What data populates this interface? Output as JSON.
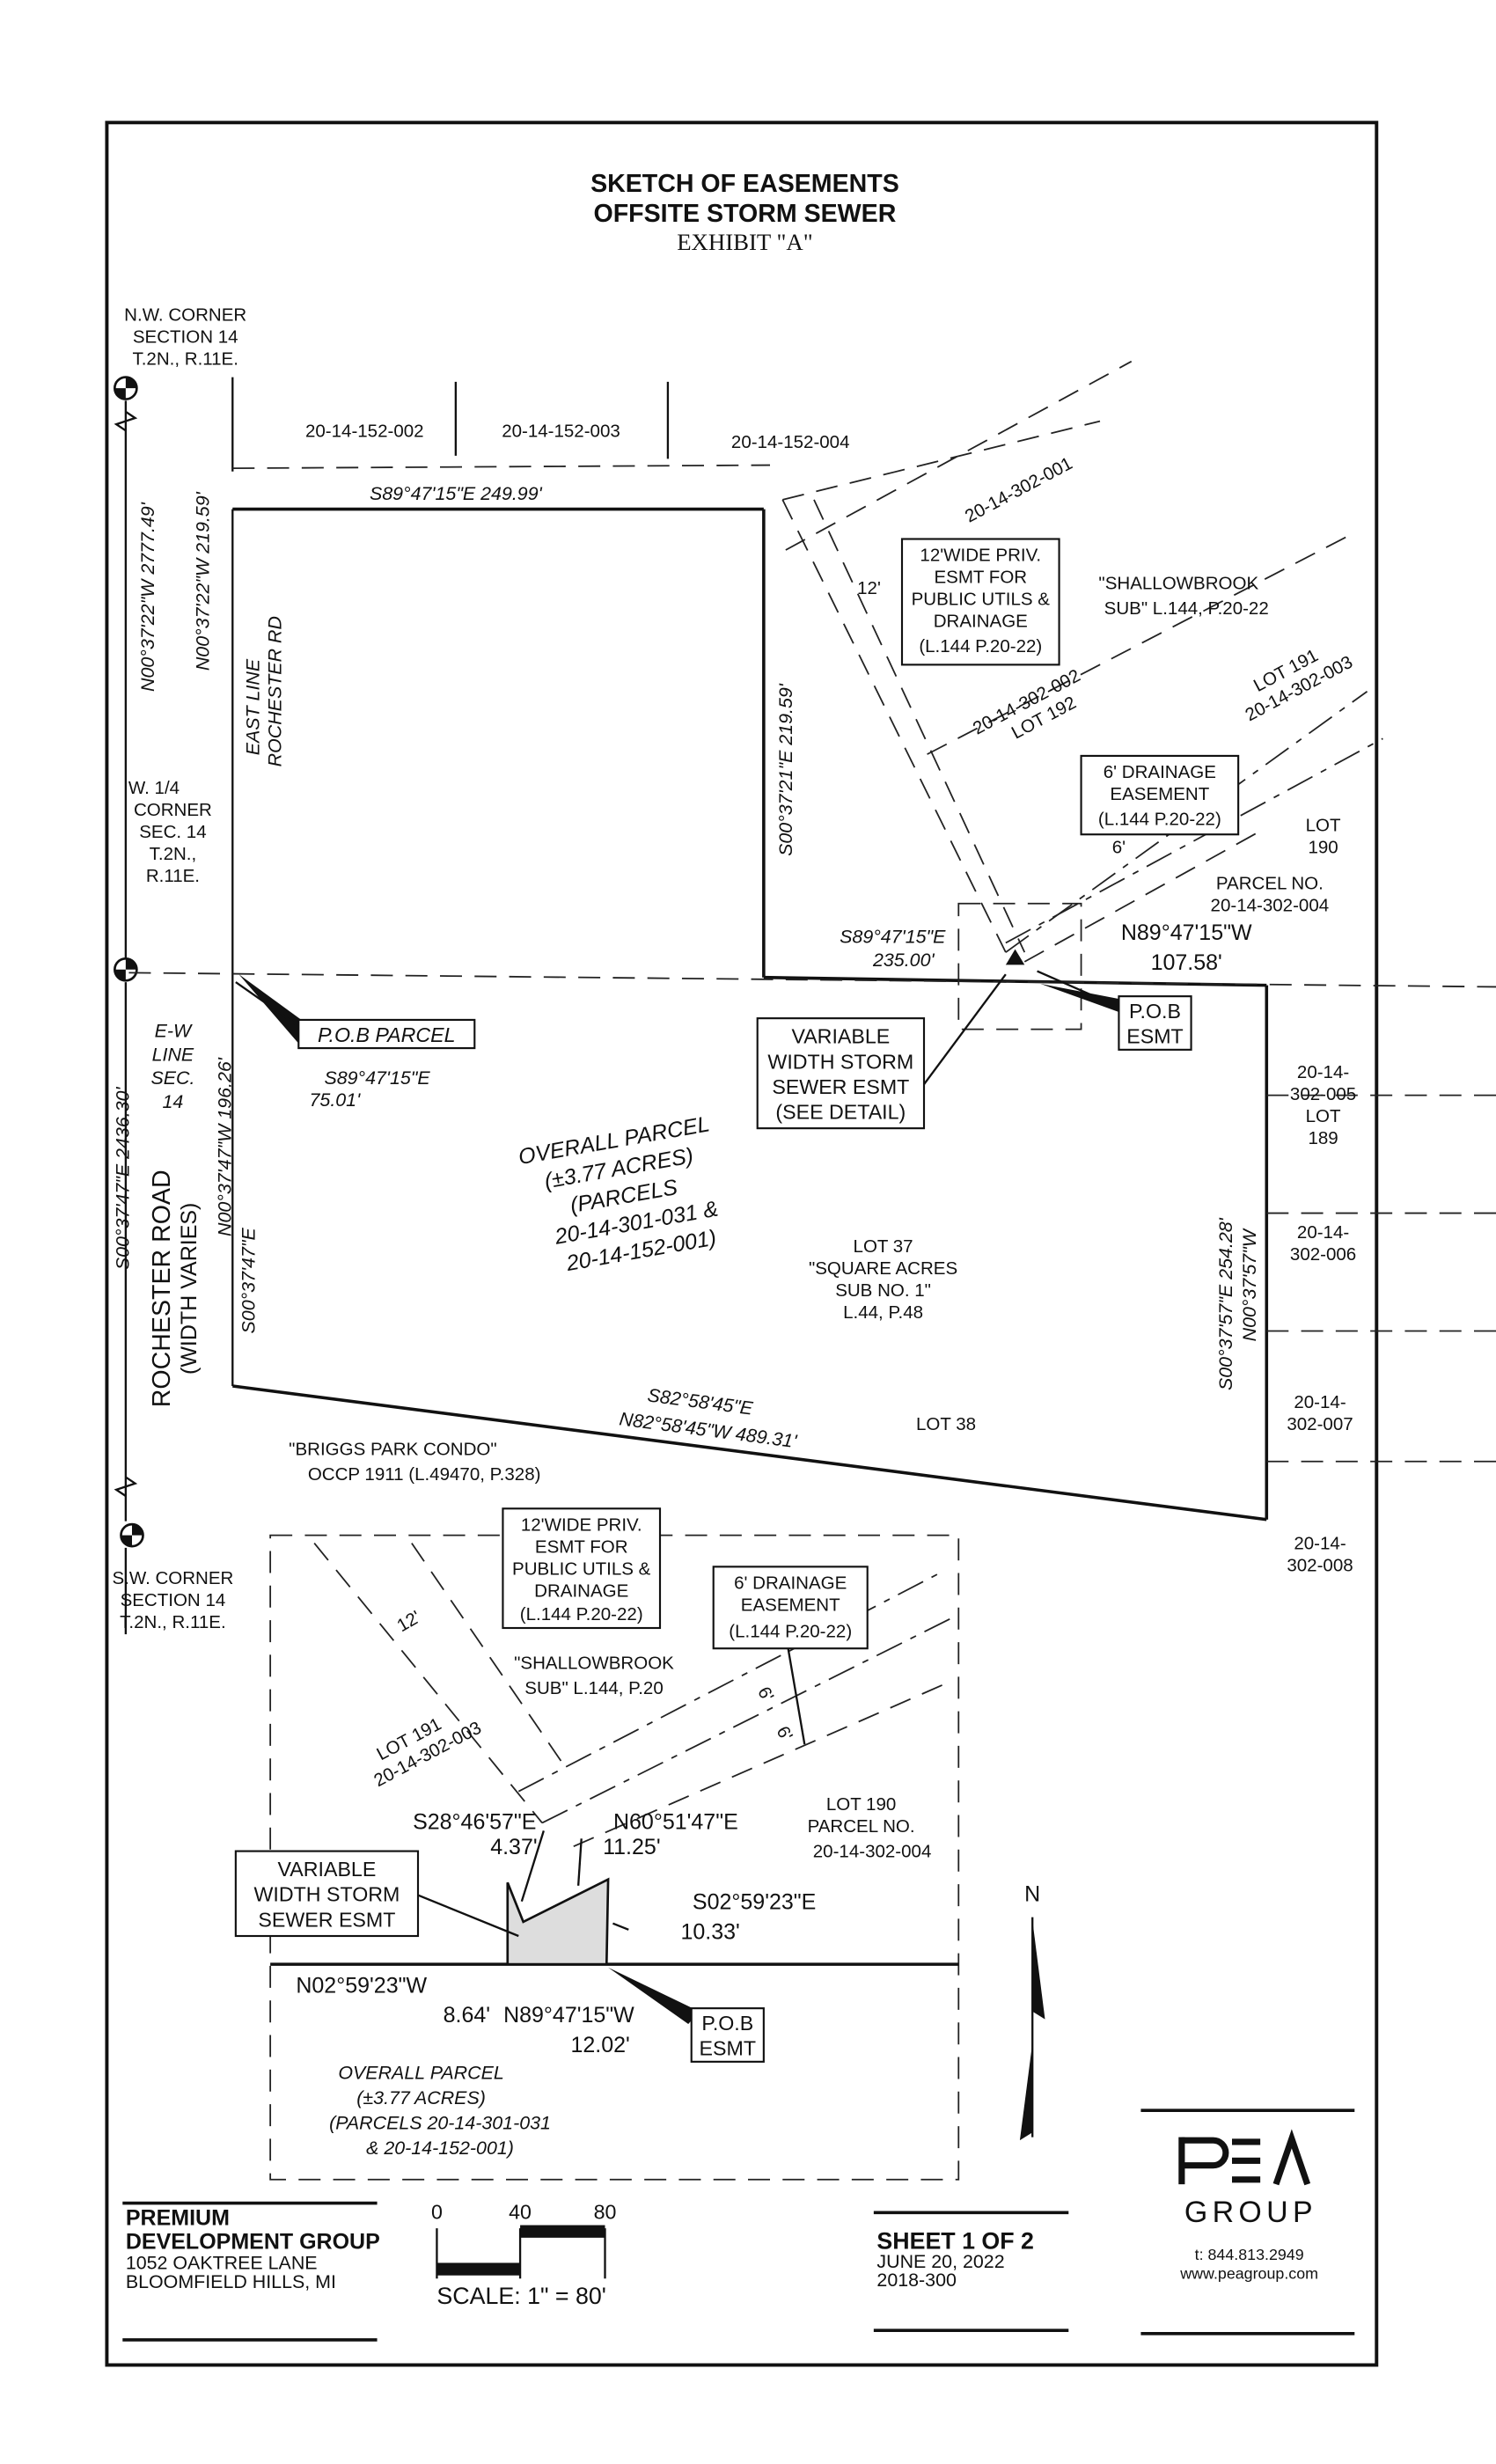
{
  "title": {
    "line1": "SKETCH OF EASEMENTS",
    "line2": "OFFSITE STORM SEWER",
    "line3": "EXHIBIT \"A\""
  },
  "nw_corner": [
    "N.W. CORNER",
    "SECTION 14",
    "T.2N., R.11E."
  ],
  "w_quarter_corner": [
    "W. 1/4",
    "CORNER",
    "SEC. 14",
    "T.2N.,",
    "R.11E."
  ],
  "sw_corner": [
    "S.W. CORNER",
    "SECTION 14",
    "T.2N., R.11E."
  ],
  "ew_line": [
    "E-W",
    "LINE",
    "SEC.",
    "14"
  ],
  "top_parcels": [
    "20-14-152-002",
    "20-14-152-003",
    "20-14-152-004",
    "20-14-302-001"
  ],
  "bearings": {
    "north_line": "S89°47'15\"E   249.99'",
    "section_north": "N00°37'22\"W   2777.49'",
    "west_north": "N00°37'22\"W   219.59'",
    "east_line_road": [
      "EAST LINE",
      "ROCHESTER RD"
    ],
    "inner_east": "S00°37'21\"E   219.59'",
    "mid_line": "S89°47'15\"E",
    "mid_dist": "235.00'",
    "esmt_line": "N89°47'15\"W",
    "esmt_dist": "107.58'",
    "pob_line": "S89°47'15\"E",
    "pob_dist": "75.01'",
    "section_south": "S00°37'47\"E   2436.30'",
    "west_south": "N00°37'47\"W   196.26'",
    "west_south2": "S00°37'47\"E",
    "east_side": "S00°37'57\"E   254.28'",
    "east_side2": "N00°37'57\"W",
    "south_line": "S82°58'45\"E",
    "south_line2": "N82°58'45\"W   489.31'"
  },
  "road": {
    "name": "ROCHESTER ROAD",
    "width": "(WIDTH VARIES)"
  },
  "easement_12": [
    "12'WIDE PRIV.",
    "ESMT FOR",
    "PUBLIC UTILS &",
    "DRAINAGE",
    "(L.144 P.20-22)"
  ],
  "dim_12": "12'",
  "shallowbrook": [
    "\"SHALLOWBROOK",
    "SUB\" L.144, P.20-22"
  ],
  "lot192": [
    "20-14-302-002",
    "LOT 192"
  ],
  "lot191": [
    "LOT 191",
    "20-14-302-003"
  ],
  "drainage_6": [
    "6' DRAINAGE",
    "EASEMENT",
    "(L.144 P.20-22)"
  ],
  "dim_6": "6'",
  "lot190": [
    "LOT",
    "190"
  ],
  "parcel_no": [
    "PARCEL NO.",
    "20-14-302-004"
  ],
  "pob_esmt": [
    "P.O.B",
    "ESMT"
  ],
  "pob_parcel": "P.O.B PARCEL",
  "variable_esmt": [
    "VARIABLE",
    "WIDTH STORM",
    "SEWER ESMT",
    "(SEE DETAIL)"
  ],
  "overall_parcel": [
    "OVERALL PARCEL",
    "(±3.77 ACRES)",
    "(PARCELS",
    "20-14-301-031 &",
    "20-14-152-001)"
  ],
  "lot37": [
    "LOT 37",
    "\"SQUARE ACRES",
    "SUB NO. 1\"",
    "L.44, P.48"
  ],
  "lot38": "LOT 38",
  "east_parcels": [
    [
      "20-14-",
      "302-005",
      "LOT",
      "189"
    ],
    [
      "20-14-",
      "302-006"
    ],
    [
      "20-14-",
      "302-007"
    ],
    [
      "20-14-",
      "302-008"
    ]
  ],
  "briggs": [
    "\"BRIGGS PARK CONDO\"",
    "OCCP 1911 (L.49470, P.328)"
  ],
  "detail": {
    "easement_12": [
      "12'WIDE PRIV.",
      "ESMT FOR",
      "PUBLIC UTILS &",
      "DRAINAGE",
      "(L.144 P.20-22)"
    ],
    "drainage_6": [
      "6' DRAINAGE",
      "EASEMENT",
      "(L.144 P.20-22)"
    ],
    "dim_12": "12'",
    "dim_6a": "6'",
    "dim_6b": "6'",
    "shallowbrook": [
      "\"SHALLOWBROOK",
      "SUB\" L.144, P.20"
    ],
    "lot191": [
      "LOT 191",
      "20-14-302-003"
    ],
    "lot190": [
      "LOT 190",
      "PARCEL NO.",
      "20-14-302-004"
    ],
    "b1": "S28°46'57\"E",
    "d1": "4.37'",
    "b2": "N60°51'47\"E",
    "d2": "11.25'",
    "b3": "S02°59'23\"E",
    "d3": "10.33'",
    "b4": "N02°59'23\"W",
    "d4": "8.64'",
    "b5": "N89°47'15\"W",
    "d5": "12.02'",
    "variable_esmt": [
      "VARIABLE",
      "WIDTH STORM",
      "SEWER ESMT"
    ],
    "pob_esmt": [
      "P.O.B",
      "ESMT"
    ],
    "overall_parcel": [
      "OVERALL PARCEL",
      "(±3.77 ACRES)",
      "(PARCELS 20-14-301-031",
      "& 20-14-152-001)"
    ]
  },
  "north_arrow": "N",
  "footer": {
    "client": [
      "PREMIUM",
      "DEVELOPMENT GROUP",
      "1052 OAKTREE LANE",
      "BLOOMFIELD HILLS, MI"
    ],
    "scale_ticks": [
      "0",
      "40",
      "80"
    ],
    "scale": "SCALE: 1\" = 80'",
    "sheet": "SHEET 1 OF 2",
    "date": "JUNE 20, 2022",
    "job": "2018-300",
    "logo": "PEA GROUP",
    "logo_sub": "GROUP",
    "phone": "t: 844.813.2949",
    "web": "www.peagroup.com"
  }
}
